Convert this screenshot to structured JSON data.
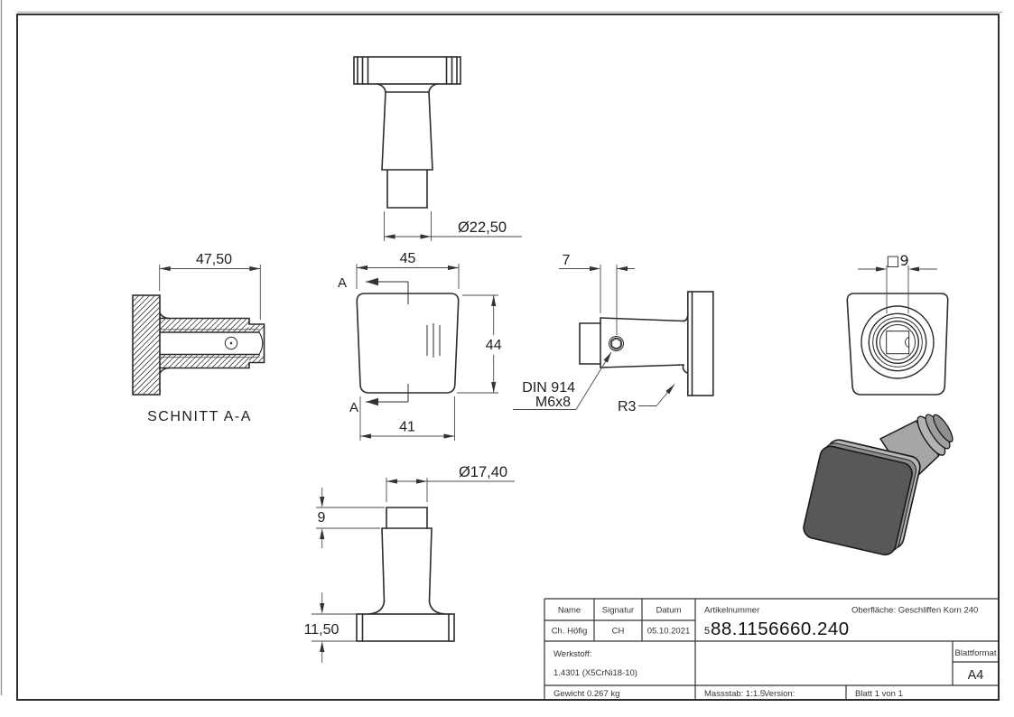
{
  "drawing": {
    "views": {
      "top": {
        "dim_diameter": "Ø22,50"
      },
      "section": {
        "dim_width": "47,50",
        "label": "SCHNITT A-A"
      },
      "front": {
        "dim_top_width": "45",
        "dim_height": "44",
        "dim_bottom_width": "41",
        "cut_label_top": "A",
        "cut_label_bottom": "A"
      },
      "side": {
        "dim_offset": "7",
        "note_line1": "DIN 914",
        "note_line2": "M6x8",
        "radius_label": "R3"
      },
      "back": {
        "dim_square": "□9"
      },
      "bottom": {
        "dim_diameter": "Ø17,40",
        "dim_tip_height": "9",
        "dim_flange_height": "11,50"
      }
    },
    "title_block": {
      "col_name": "Name",
      "col_signatur": "Signatur",
      "col_datum": "Datum",
      "val_name": "Ch. Höfig",
      "val_signatur": "CH",
      "val_datum": "05.10.2021",
      "artikelnummer_label": "Artikelnummer",
      "artikelnummer_prefix": "5",
      "artikelnummer": "88.1156660.240",
      "oberflaeche": "Oberfläche:  Geschliffen Korn 240",
      "werkstoff_label": "Werkstoff:",
      "werkstoff_value": "1.4301 (X5CrNi18-10)",
      "gewicht": "Gewicht 0.267 kg",
      "massstab": "Massstab: 1:1.5",
      "version_label": "Version:",
      "blatt": "Blatt 1 von 1",
      "blattformat_label": "Blattformat",
      "blattformat_value": "A4"
    }
  }
}
